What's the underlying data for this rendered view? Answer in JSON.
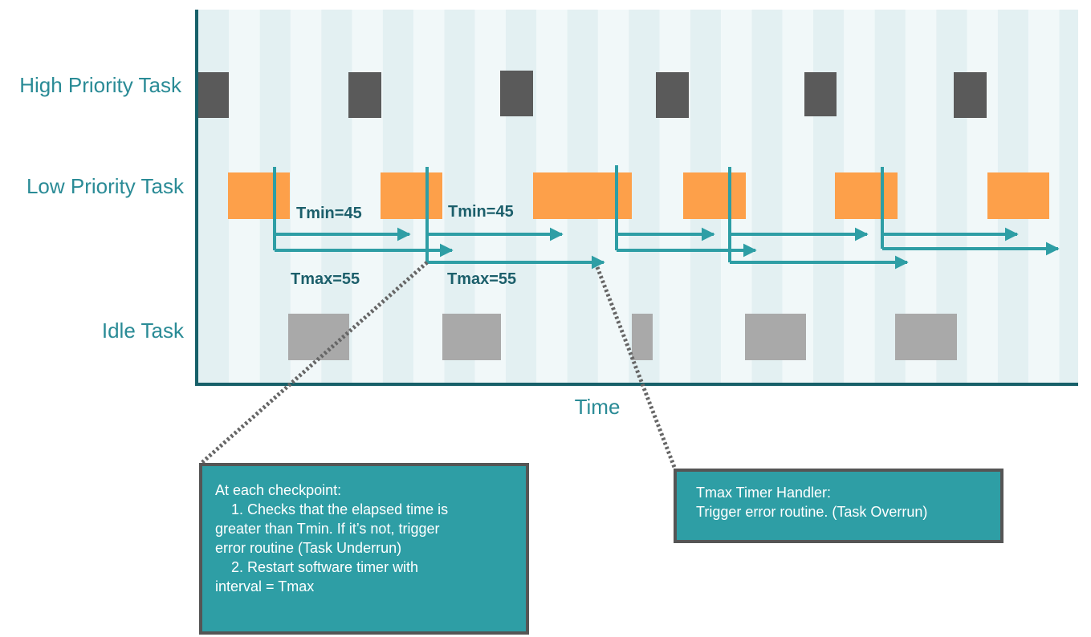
{
  "rows": {
    "high": "High Priority Task",
    "low": "Low Priority Task",
    "idle": "Idle Task"
  },
  "axis": {
    "time_label": "Time"
  },
  "timer_labels": {
    "tmin_1": "Tmin=45",
    "tmin_2": "Tmin=45",
    "tmax_1": "Tmax=55",
    "tmax_2": "Tmax=55"
  },
  "callouts": {
    "checkpoint": {
      "lines": [
        "At each checkpoint:",
        "    1. Checks that the elapsed time is",
        "greater than Tmin. If it’s not, trigger",
        "error routine (Task Underrun)",
        "    2. Restart software timer with",
        "interval = Tmax"
      ]
    },
    "handler": {
      "lines": [
        "Tmax Timer Handler:",
        "Trigger error routine. (Task Overrun)"
      ]
    }
  },
  "colors": {
    "high_task": "#5a5a5a",
    "low_task": "#fda04a",
    "idle_task": "#a9a9a9",
    "axis": "#176069",
    "arrow": "#2e9ea5",
    "callout_bg": "#2e9ea5"
  }
}
